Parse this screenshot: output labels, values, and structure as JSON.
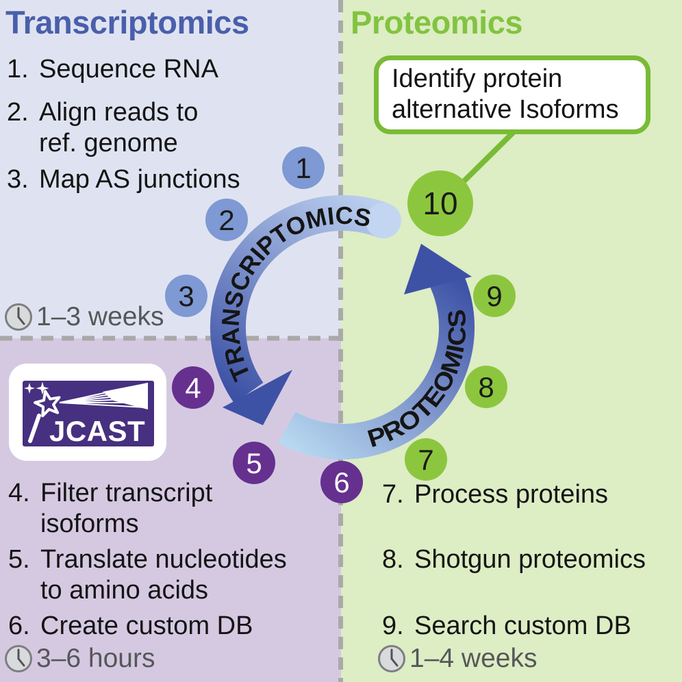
{
  "palette": {
    "transcriptomics_blue": "#4a5fab",
    "proteomics_green": "#82c341",
    "callout_border_green": "#79bb35",
    "marker_blue": "#7e99d3",
    "marker_purple": "#66308f",
    "marker_green": "#8cc63e",
    "arrow_dark_blue": "#3e52a5",
    "arrow_light_blue_transcriptomics": "#bcd0ef",
    "arrow_light_blue_proteomics": "#b7d9f0",
    "bg_lavender": "#dfe3f1",
    "bg_green": "#ddedc4",
    "bg_purple": "#d5c9e2",
    "jcast_purple": "#46307f",
    "duration_gray": "#565759",
    "dash_gray": "#a9a9a9"
  },
  "top_left": {
    "title": "Transcriptomics",
    "steps": [
      {
        "num": "1.",
        "lines": [
          "Sequence RNA"
        ]
      },
      {
        "num": "2.",
        "lines": [
          "Align reads to",
          "ref. genome"
        ]
      },
      {
        "num": "3.",
        "lines": [
          "Map AS junctions"
        ]
      }
    ],
    "duration": "1–3 weeks"
  },
  "top_right": {
    "title": "Proteomics",
    "callout": {
      "lines": [
        "Identify protein",
        "alternative Isoforms"
      ]
    }
  },
  "bottom_left": {
    "logo": "JCAST",
    "steps": [
      {
        "num": "4.",
        "lines": [
          "Filter transcript",
          "isoforms"
        ]
      },
      {
        "num": "5.",
        "lines": [
          "Translate nucleotides",
          "to amino acids"
        ]
      },
      {
        "num": "6.",
        "lines": [
          "Create custom DB"
        ]
      }
    ],
    "duration": "3–6 hours"
  },
  "bottom_right": {
    "steps": [
      {
        "num": "7.",
        "lines": [
          "Process proteins"
        ]
      },
      {
        "num": "8.",
        "lines": [
          "Shotgun proteomics"
        ]
      },
      {
        "num": "9.",
        "lines": [
          "Search custom DB"
        ]
      }
    ],
    "duration": "1–4 weeks"
  },
  "cycle": {
    "arc_label_transcriptomics": "TRANSCRIPTOMICS",
    "arc_label_proteomics": "PROTEOMICS",
    "markers": [
      {
        "n": "1"
      },
      {
        "n": "2"
      },
      {
        "n": "3"
      },
      {
        "n": "4"
      },
      {
        "n": "5"
      },
      {
        "n": "6"
      },
      {
        "n": "7"
      },
      {
        "n": "8"
      },
      {
        "n": "9"
      },
      {
        "n": "10"
      }
    ]
  }
}
